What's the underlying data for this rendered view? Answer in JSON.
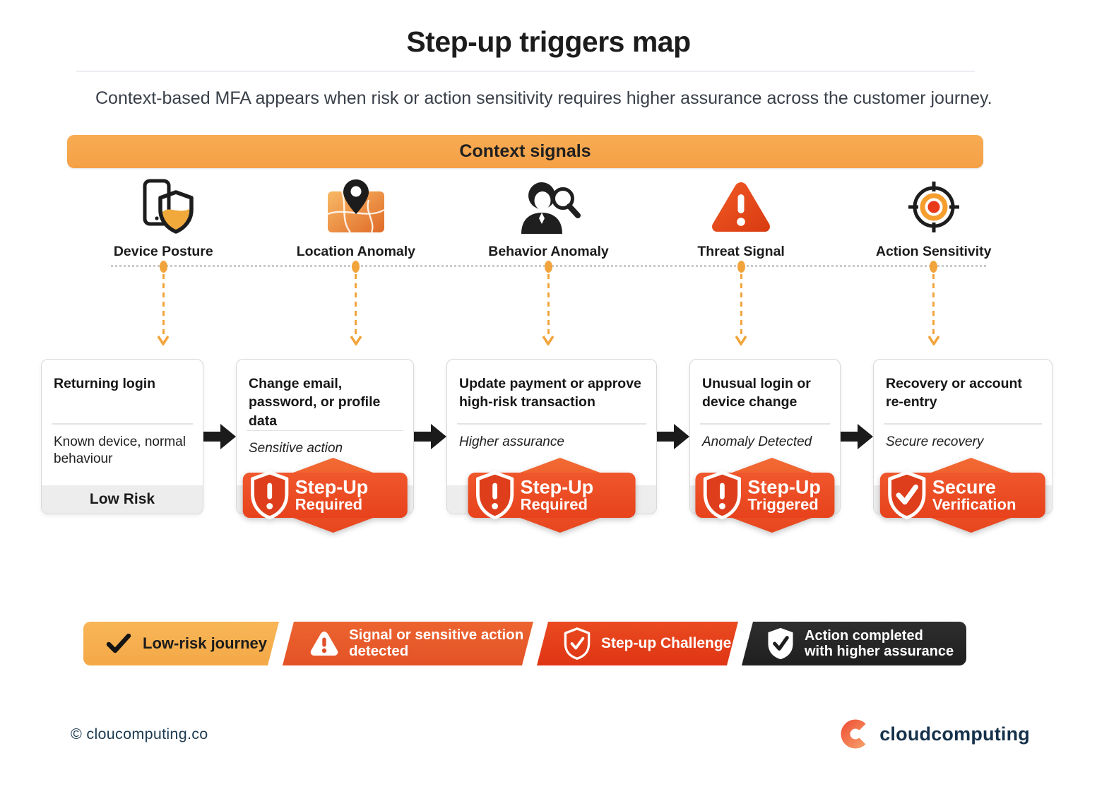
{
  "header": {
    "title": "Step-up triggers map",
    "subtitle": "Context-based MFA appears when risk or action sensitivity requires higher assurance across the customer journey."
  },
  "banner": {
    "label": "Context signals"
  },
  "signals": [
    {
      "label": "Device Posture",
      "icon": "phone-shield-icon"
    },
    {
      "label": "Location Anomaly",
      "icon": "map-pin-icon"
    },
    {
      "label": "Behavior Anomaly",
      "icon": "person-magnifier-icon"
    },
    {
      "label": "Threat Signal",
      "icon": "warning-triangle-icon"
    },
    {
      "label": "Action Sensitivity",
      "icon": "target-icon"
    }
  ],
  "cards": [
    {
      "title": "Returning login",
      "desc": "Known device, normal behaviour",
      "footer": "Low Risk"
    },
    {
      "title": "Change email, password, or profile data",
      "desc": "Sensitive action",
      "badge": {
        "line1": "Step-Up",
        "line2": "Required",
        "icon": "shield-exclamation-icon"
      }
    },
    {
      "title": "Update payment or approve high-risk transaction",
      "desc": "Higher assurance",
      "badge": {
        "line1": "Step-Up",
        "line2": "Required",
        "icon": "shield-exclamation-icon"
      }
    },
    {
      "title": "Unusual login or device change",
      "desc": "Anomaly Detected",
      "badge": {
        "line1": "Step-Up",
        "line2": "Triggered",
        "icon": "shield-exclamation-icon"
      }
    },
    {
      "title": "Recovery or account re-entry",
      "desc": "Secure recovery",
      "badge": {
        "line1": "Secure",
        "line2": "Verification",
        "icon": "shield-check-icon"
      }
    }
  ],
  "legend": [
    {
      "label": "Low-risk journey",
      "icon": "checkmark-icon",
      "bg": "#F6AF4D",
      "text_color": "#1c1c1c"
    },
    {
      "label": "Signal or sensitive action detected",
      "icon": "warning-triangle-icon",
      "bg": "#E6562A",
      "text_color": "#ffffff"
    },
    {
      "label": "Step-up Challenge",
      "icon": "shield-check-outline-icon",
      "bg": "#E23C1C",
      "text_color": "#ffffff"
    },
    {
      "label": "Action completed with higher assurance",
      "icon": "shield-check-filled-icon",
      "bg": "#262626",
      "text_color": "#ffffff"
    }
  ],
  "footer": {
    "copyright": "© cloucomputing.co",
    "brand": "cloudcomputing"
  },
  "colors": {
    "banner_bg": "#F7A64D",
    "connector_orange": "#F2A43C",
    "badge_red": "#EA4A20",
    "threat_red": "#E8421C",
    "card_footer_gray": "#EDEDED",
    "brand_navy": "#15314B",
    "brand_coral": "#F26749"
  }
}
